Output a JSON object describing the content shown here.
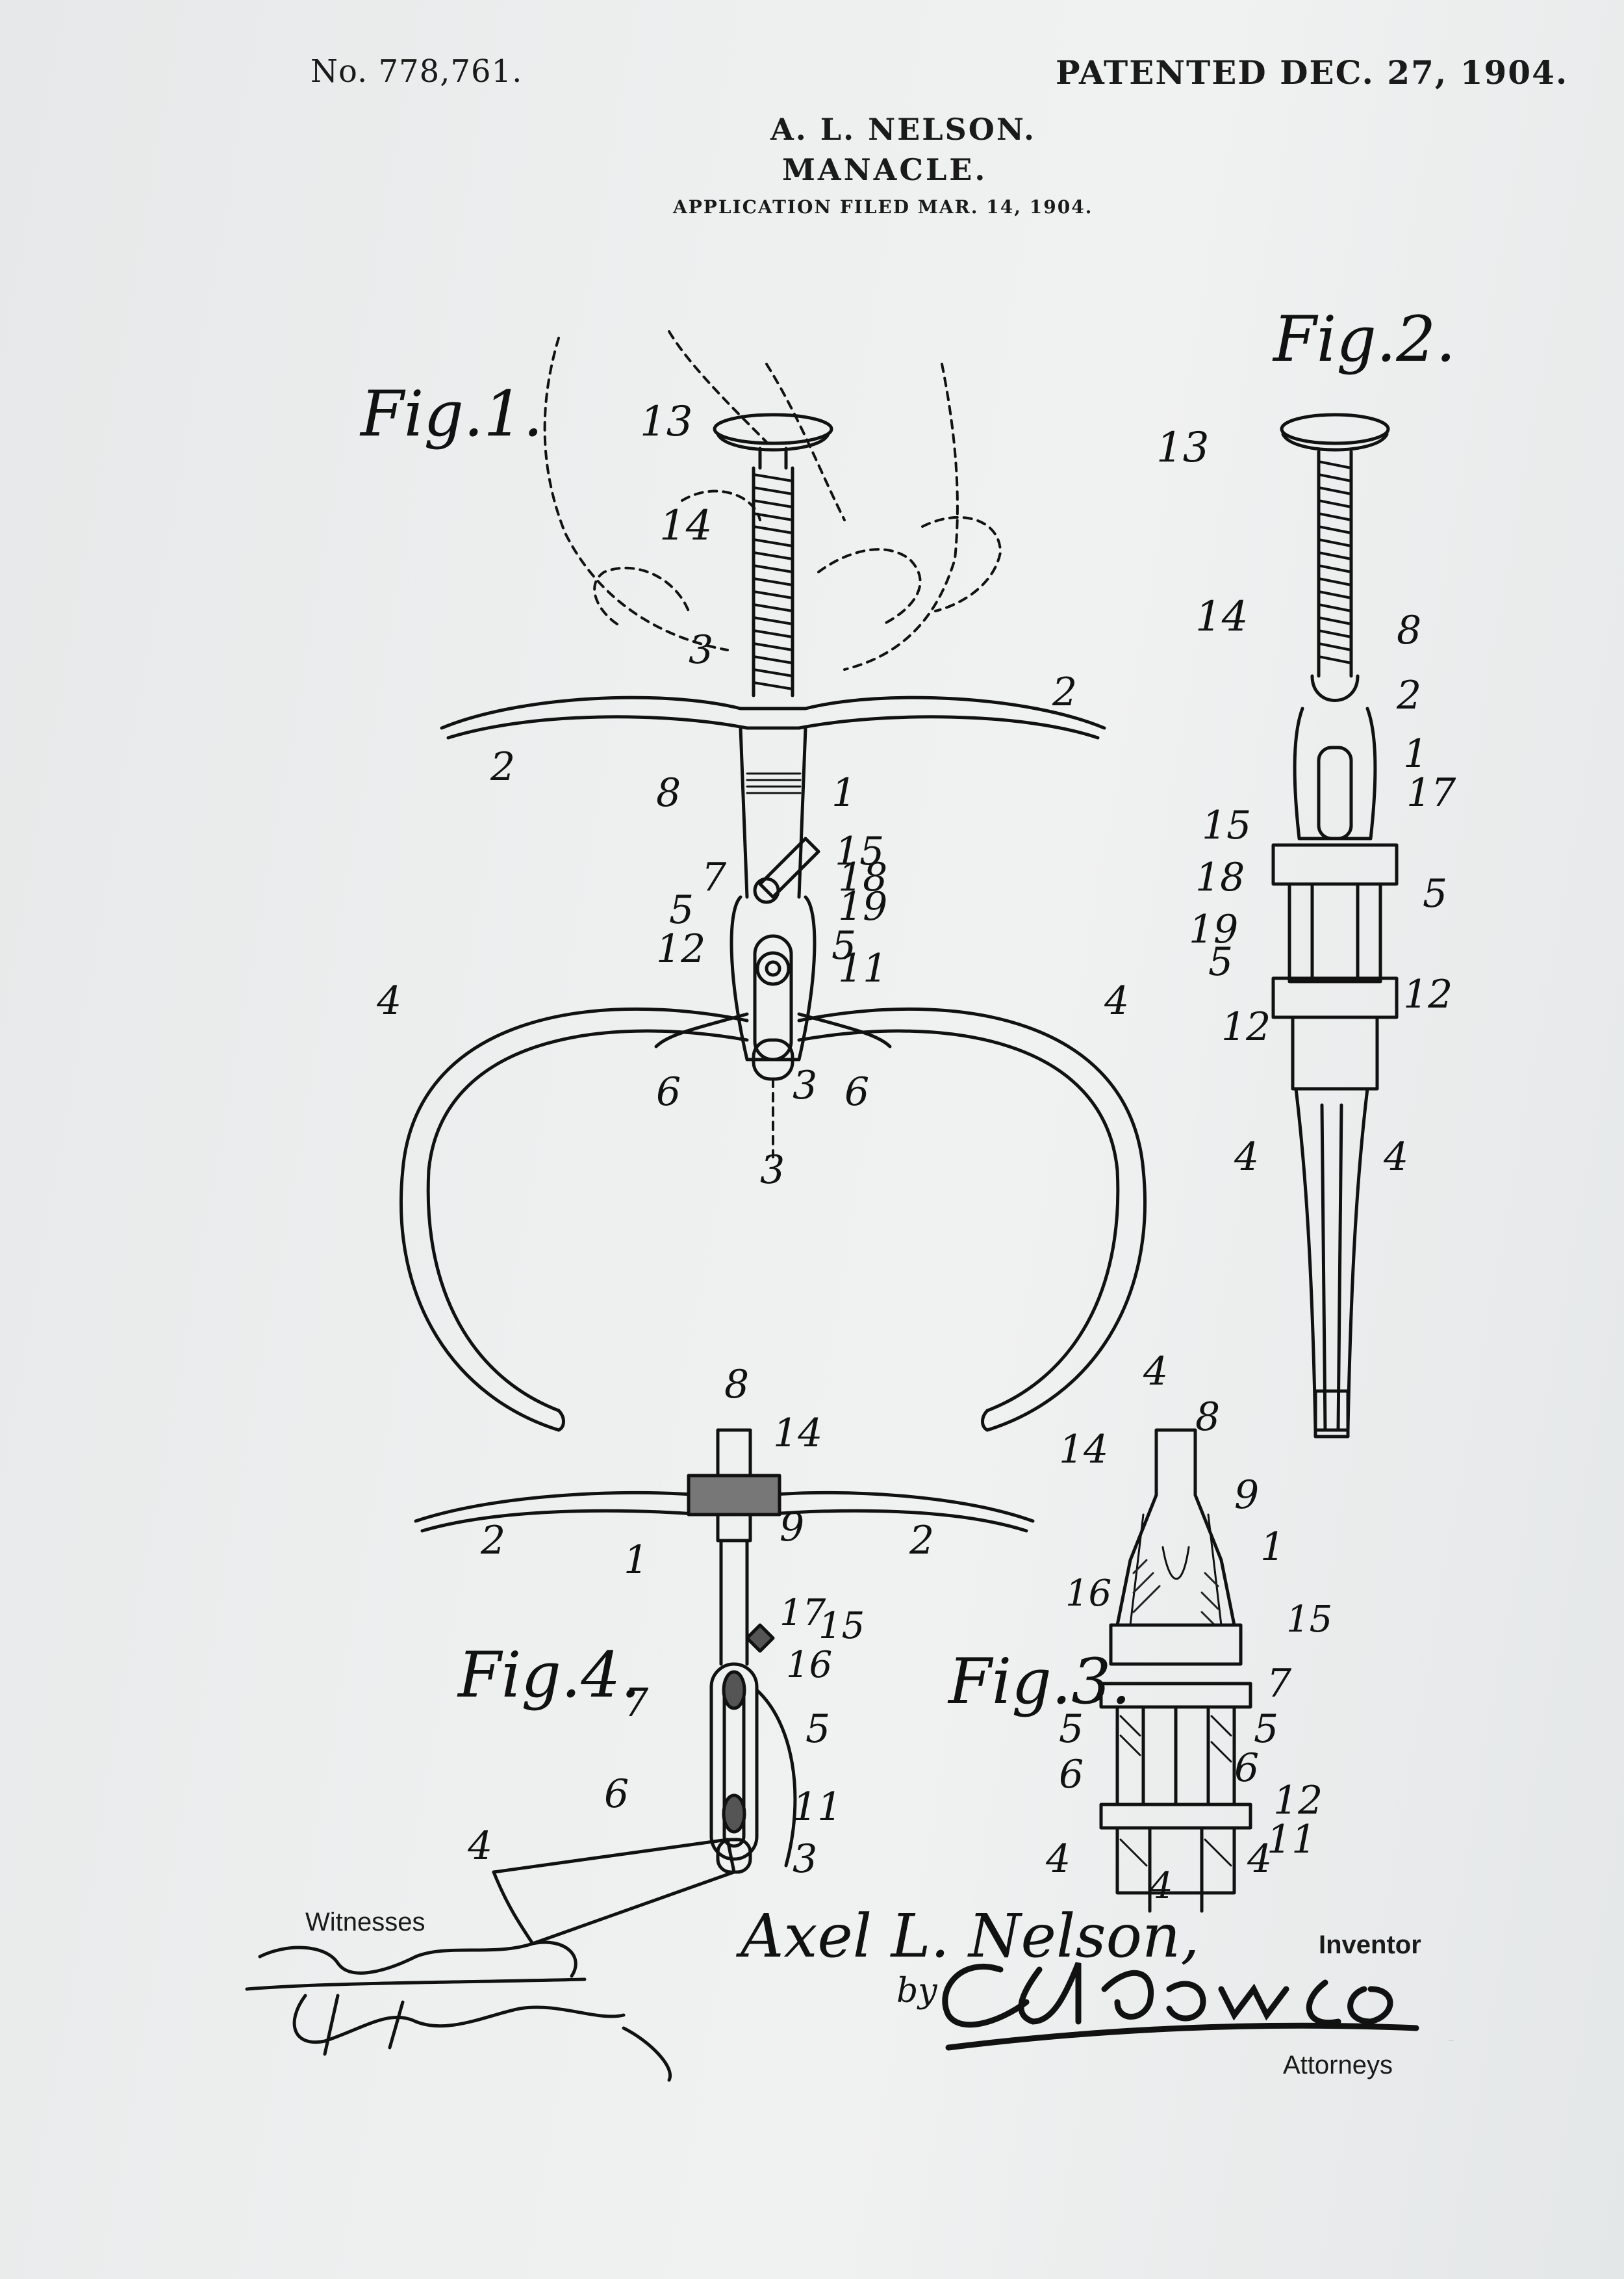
{
  "header": {
    "patent_number": "No. 778,761.",
    "patent_date": "PATENTED DEC. 27, 1904.",
    "inventor": "A. L. NELSON.",
    "title": "MANACLE.",
    "filed": "APPLICATION FILED MAR. 14, 1904."
  },
  "figures": {
    "fig1": "Fig.1.",
    "fig2": "Fig.2.",
    "fig3": "Fig.3.",
    "fig4": "Fig.4."
  },
  "reference_numerals": {
    "n1": "1",
    "n2": "2",
    "n3": "3",
    "n4": "4",
    "n5": "5",
    "n6": "6",
    "n7": "7",
    "n8": "8",
    "n9": "9",
    "n11": "11",
    "n12": "12",
    "n13": "13",
    "n14": "14",
    "n15": "15",
    "n16": "16",
    "n17": "17",
    "n18": "18",
    "n19": "19"
  },
  "footer": {
    "witnesses_label": "Witnesses",
    "inventor_signature": "Axel L. Nelson,",
    "inventor_label": "Inventor",
    "by_label": "by",
    "attorneys_signature": "C.A.Snow & Co.",
    "attorneys_label": "Attorneys"
  }
}
